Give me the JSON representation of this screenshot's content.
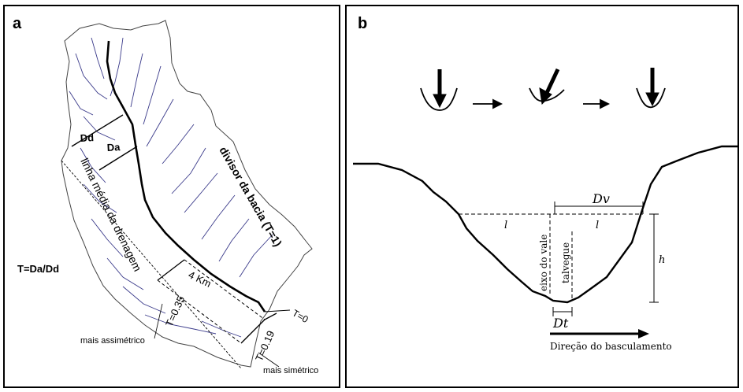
{
  "panel_a": {
    "panel_label": "a",
    "label_dd": "Dd",
    "label_da": "Da",
    "label_midline": "linha média da drenagem",
    "label_divide": "divisor da bacia (T=1)",
    "label_formula": "T=Da/Dd",
    "label_distance": "4 Km",
    "label_t035": "T=0.35",
    "label_t019": "T=0.19",
    "label_t0": "T=0",
    "label_more_asym": "mais assimétrico",
    "label_more_sym": "mais simétrico"
  },
  "panel_b": {
    "panel_label": "b",
    "label_dv": "Dv",
    "label_l_left": "l",
    "label_l_right": "l",
    "label_h": "h",
    "label_valley_axis": "eixo do vale",
    "label_thalweg": "talvegue",
    "label_dt": "Dt",
    "label_tilt_direction": "Direção do basculamento"
  },
  "colors": {
    "ink": "#000000",
    "stream": "#3a3a8a",
    "background": "#ffffff"
  }
}
